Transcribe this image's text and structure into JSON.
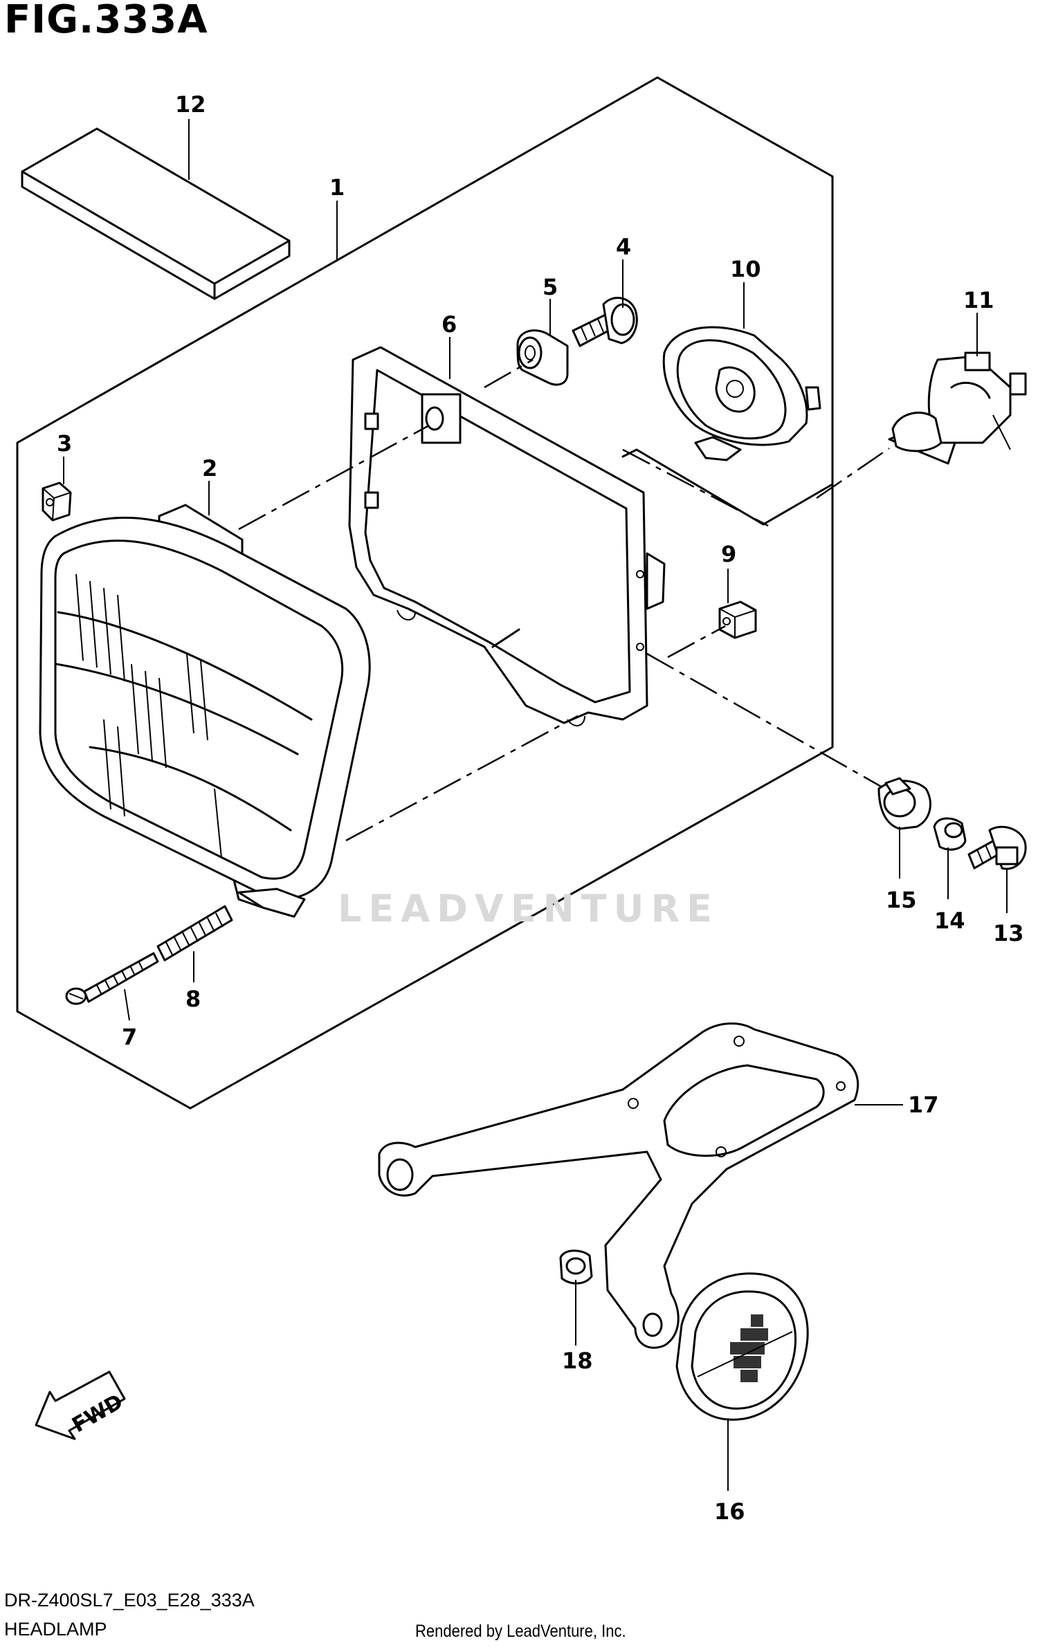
{
  "figure_title": "FIG.333A",
  "model_code": "DR-Z400SL7_E03_E28_333A",
  "section_name": "HEADLAMP",
  "render_credit": "Rendered by LeadVenture, Inc.",
  "watermark": "LEADVENTURE",
  "fwd_label": "FWD",
  "callouts": [
    "1",
    "2",
    "3",
    "4",
    "5",
    "6",
    "7",
    "8",
    "9",
    "10",
    "11",
    "12",
    "13",
    "14",
    "15",
    "16",
    "17",
    "18"
  ]
}
